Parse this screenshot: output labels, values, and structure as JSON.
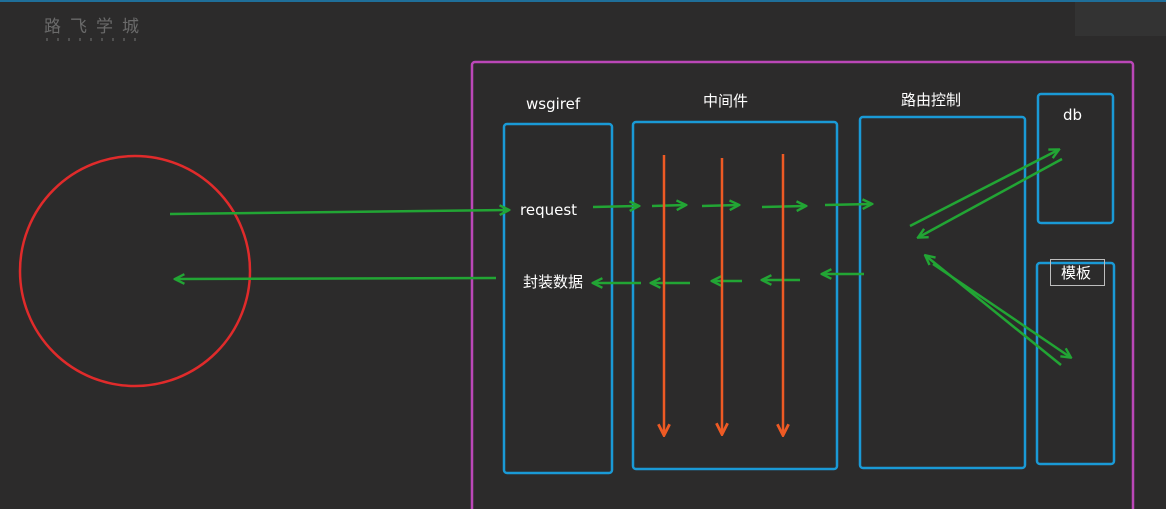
{
  "watermark": {
    "text": "路飞学城"
  },
  "colors": {
    "background": "#2c2b2b",
    "server_border": "#bb47b8",
    "component_border": "#1a9ad6",
    "flow_arrow": "#22a534",
    "middleware_arrow": "#ee5a24",
    "client_circle": "#e02b2b"
  },
  "components": {
    "wsgiref": {
      "title": "wsgiref",
      "request_label": "request",
      "response_label": "封装数据"
    },
    "middleware": {
      "title": "中间件"
    },
    "routing": {
      "title": "路由控制"
    },
    "db": {
      "title": "db"
    },
    "template": {
      "title": "模板"
    }
  }
}
